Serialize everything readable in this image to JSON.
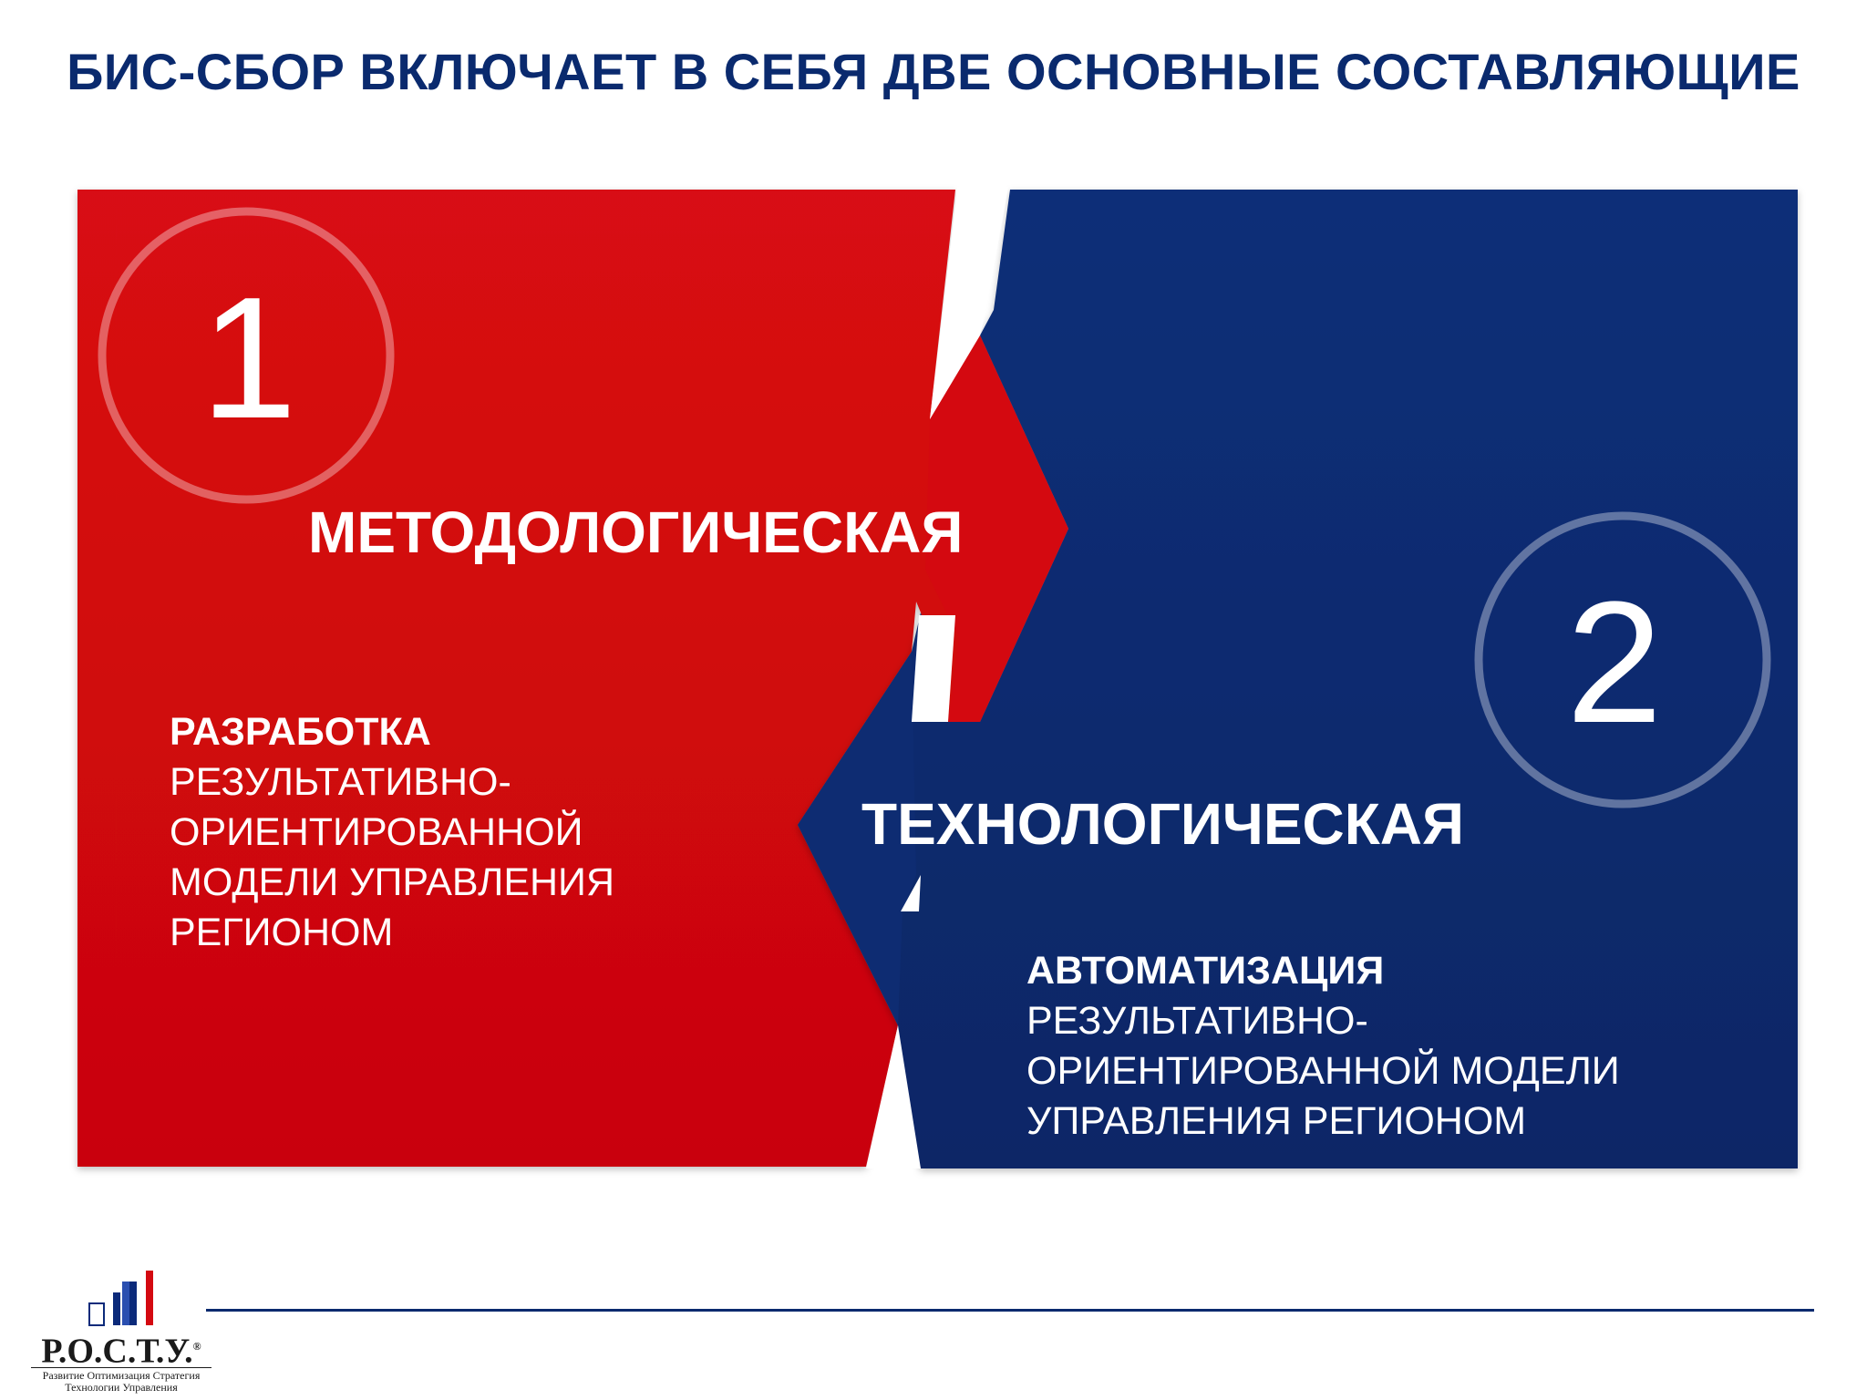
{
  "title": "БИС-СБОР ВКЛЮЧАЕТ В СЕБЯ ДВЕ ОСНОВНЫЕ СОСТАВЛЯЮЩИЕ",
  "colors": {
    "red": "#d4060f",
    "blue": "#0d2a6e",
    "title": "#0a2a6e"
  },
  "component1": {
    "number": "1",
    "label": "МЕТОДОЛОГИЧЕСКАЯ",
    "desc_lead": "РАЗРАБОТКА",
    "desc_rest": "РЕЗУЛЬТАТИВНО-ОРИЕНТИРОВАННОЙ МОДЕЛИ УПРАВЛЕНИЯ РЕГИОНОМ"
  },
  "component2": {
    "number": "2",
    "label": "ТЕХНОЛОГИЧЕСКАЯ",
    "desc_lead": "АВТОМАТИЗАЦИЯ",
    "desc_rest": "РЕЗУЛЬТАТИВНО-ОРИЕНТИРОВАННОЙ МОДЕЛИ УПРАВЛЕНИЯ РЕГИОНОМ"
  },
  "logo": {
    "name": "Р.О.С.Т.У.",
    "registered": "®",
    "tagline": "Развитие Оптимизация Стратегия Технологии Управления"
  }
}
